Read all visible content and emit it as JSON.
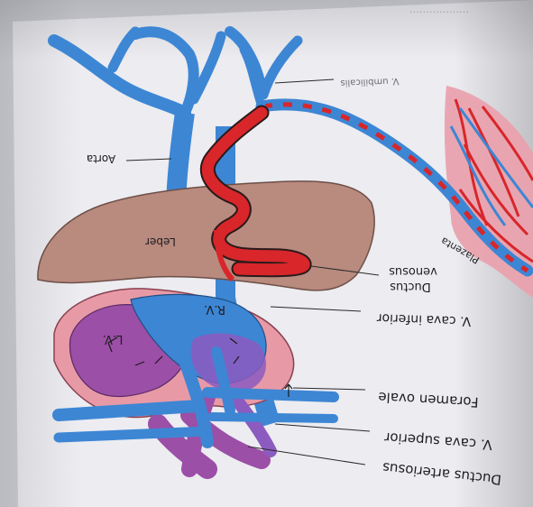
{
  "labels": {
    "aorta": "Aorta",
    "leber": "Leber",
    "lv": "L.V.",
    "rv": "R.V.",
    "placenta": "Plazenta",
    "umbilicalis": "V. umbilicalis",
    "ductus_venosus_1": "Ductus",
    "ductus_venosus_2": "venosus",
    "cava_inferior": "V. cava inferior",
    "foramen_ovale": "Foramen ovale",
    "cava_superior": "V. cava superior",
    "ductus_arteriosus": "Ductus arteriosus"
  },
  "colors": {
    "page": "#eeeef2",
    "blue": "#3d86d4",
    "red": "#d8262a",
    "liver": "#b98a7e",
    "heart_outer": "#e79aa6",
    "purple": "#9b4fa6",
    "placenta_pink": "#e9a2ae"
  }
}
